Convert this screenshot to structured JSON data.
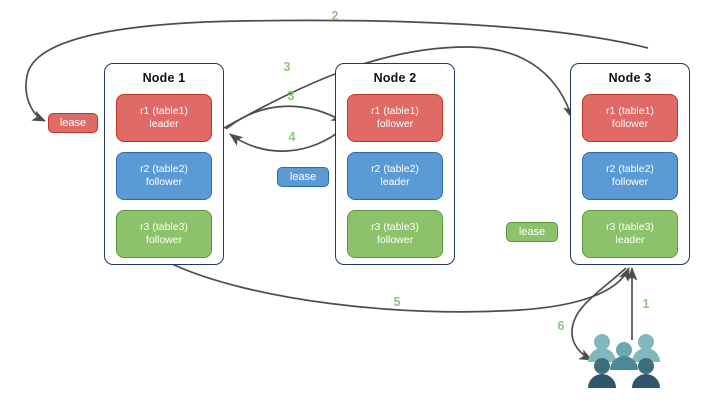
{
  "diagram": {
    "title": "distributed-lease-diagram",
    "colors": {
      "red": "#e06a66",
      "red_border": "#c0392b",
      "blue": "#5b9bd5",
      "blue_border": "#2e6da4",
      "green": "#8cc36a",
      "green_border": "#5a9a3c",
      "node_border": "#1f3864",
      "arrow": "#4d4d4d",
      "step_label": "#8bc77e",
      "user_light": "#7fb8bd",
      "user_dark": "#2f566b"
    }
  },
  "nodes": [
    {
      "title": "Node 1",
      "replicas": [
        {
          "name": "r1 (table1)",
          "role": "leader",
          "color": "red"
        },
        {
          "name": "r2 (table2)",
          "role": "follower",
          "color": "blue"
        },
        {
          "name": "r3 (table3)",
          "role": "follower",
          "color": "green"
        }
      ]
    },
    {
      "title": "Node 2",
      "replicas": [
        {
          "name": "r1 (table1)",
          "role": "follower",
          "color": "red"
        },
        {
          "name": "r2 (table2)",
          "role": "leader",
          "color": "blue"
        },
        {
          "name": "r3 (table3)",
          "role": "follower",
          "color": "green"
        }
      ]
    },
    {
      "title": "Node 3",
      "replicas": [
        {
          "name": "r1 (table1)",
          "role": "follower",
          "color": "red"
        },
        {
          "name": "r2 (table2)",
          "role": "follower",
          "color": "blue"
        },
        {
          "name": "r3 (table3)",
          "role": "leader",
          "color": "green"
        }
      ]
    }
  ],
  "leases": [
    {
      "label": "lease",
      "color": "red"
    },
    {
      "label": "lease",
      "color": "blue"
    },
    {
      "label": "lease",
      "color": "green"
    }
  ],
  "steps": [
    {
      "id": "1",
      "label": "1"
    },
    {
      "id": "2",
      "label": "2"
    },
    {
      "id": "3a",
      "label": "3"
    },
    {
      "id": "3b",
      "label": "3"
    },
    {
      "id": "4",
      "label": "4"
    },
    {
      "id": "5",
      "label": "5"
    },
    {
      "id": "6",
      "label": "6"
    }
  ],
  "users": {
    "name": "users-group-icon"
  }
}
